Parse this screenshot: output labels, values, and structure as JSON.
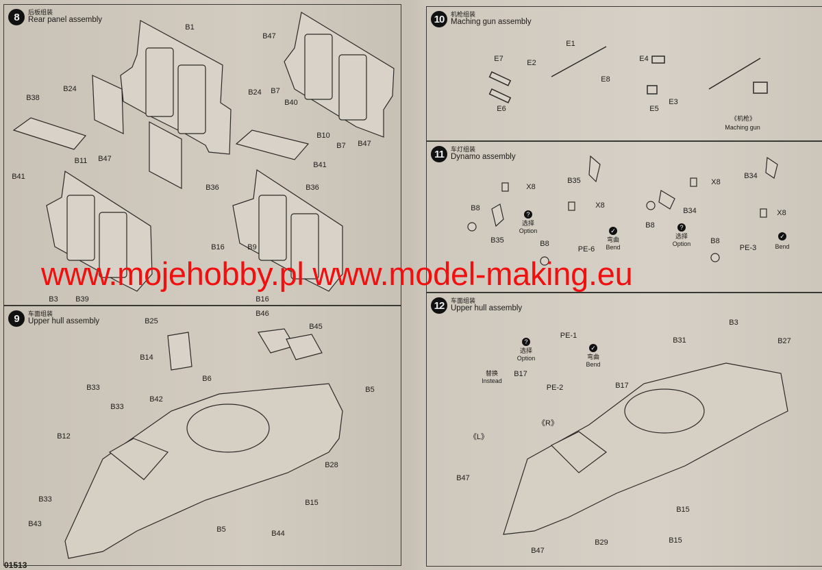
{
  "steps": [
    {
      "number": "8",
      "title_cn": "后板组装",
      "title_en": "Rear panel assembly",
      "labels": [
        "B1",
        "B47",
        "B7",
        "B24",
        "B38",
        "B24",
        "B40",
        "B10",
        "B7",
        "B47",
        "B11",
        "B47",
        "B41",
        "B41",
        "B36",
        "B36",
        "B39",
        "B16",
        "B3",
        "B16",
        "B9"
      ]
    },
    {
      "number": "9",
      "title_cn": "车面组装",
      "title_en": "Upper hull assembly",
      "labels": [
        "B25",
        "B46",
        "B45",
        "B14",
        "B6",
        "B33",
        "B5",
        "B42",
        "B33",
        "B12",
        "B28",
        "B15",
        "B33",
        "B43",
        "B5",
        "B44"
      ]
    },
    {
      "number": "10",
      "title_cn": "机枪组装",
      "title_en": "Maching gun assembly",
      "labels": [
        "E1",
        "E7",
        "E2",
        "E8",
        "E6",
        "E4",
        "E5",
        "E3",
        "《机枪》",
        "Maching gun"
      ]
    },
    {
      "number": "11",
      "title_cn": "车灯组装",
      "title_en": "Dynamo assembly",
      "labels": [
        "B35",
        "B34",
        "X8",
        "X8",
        "B8",
        "X8",
        "B34",
        "X8",
        "B8",
        "选择",
        "Option",
        "选择",
        "Option",
        "B35",
        "B8",
        "PE-6",
        "弯曲",
        "Bend",
        "B8",
        "PE-3",
        "Bend"
      ]
    },
    {
      "number": "12",
      "title_cn": "车面组装",
      "title_en": "Upper hull assembly",
      "labels": [
        "B3",
        "B31",
        "B27",
        "PE-1",
        "选择",
        "Option",
        "弯曲",
        "Bend",
        "替换",
        "Instead",
        "B17",
        "PE-2",
        "B17",
        "《R》",
        "《L》",
        "B47",
        "B15",
        "B47",
        "B29",
        "B15"
      ]
    }
  ],
  "icons": {
    "option": "?",
    "bend": "✓"
  },
  "watermark": "www.mojehobby.pl www.model-making.eu",
  "page_number": "01513",
  "colors": {
    "watermark": "#f01010",
    "paper": "#cfc8bd",
    "ink": "#1d1b19"
  }
}
